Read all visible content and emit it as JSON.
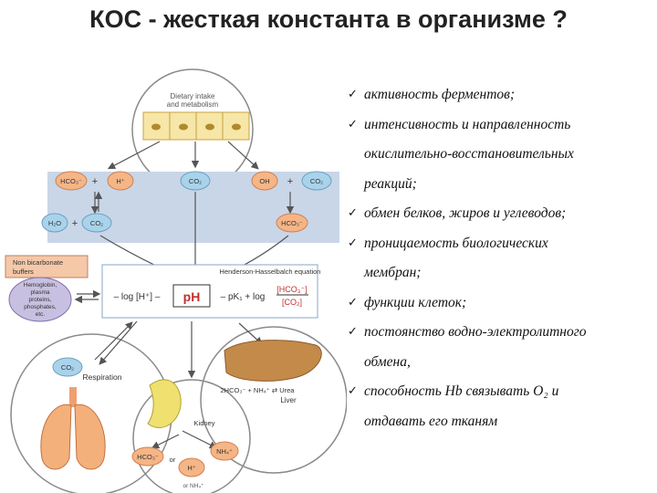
{
  "title": "КОС - жесткая константа в организме ?",
  "diagram": {
    "intake_label_1": "Dietary intake",
    "intake_label_2": "and metabolism",
    "hco3": "HCO₃⁻",
    "h_plus": "H⁺",
    "co2": "CO₂",
    "oh": "OH",
    "h2o": "H₂O",
    "plus": "+",
    "buffers_1": "Non bicarbonate",
    "buffers_2": "buffers",
    "hb_1": "Hemoglobin,",
    "hb_2": "plasma",
    "hb_3": "proteins,",
    "hb_4": "phosphates,",
    "hb_5": "etc.",
    "hh_title": "Henderson-Hasselbalch equation",
    "neg_log_h": "– log [H⁺] –",
    "ph": "pH",
    "pk_log": "– pK₁ + log",
    "frac_num": "[HCO₃⁻]",
    "frac_den": "[CO₂]",
    "respiration": "Respiration",
    "liver": "Liver",
    "liver_eq": "2HCO₃⁻ + NH₄⁺ ⇄ Urea",
    "kidney": "Kidney",
    "nh4": "NH₄⁺",
    "or": "or",
    "nh4_small": "or NH₄⁺"
  },
  "bullets": [
    {
      "check": "✓",
      "text": "активность ферментов;"
    },
    {
      "check": "✓",
      "text": "интенсивность и направленность"
    },
    {
      "check": "",
      "text": "окислительно-восстановительных"
    },
    {
      "check": "",
      "text": "реакций;"
    },
    {
      "check": "✓",
      "text": "обмен белков, жиров и углеводов;"
    },
    {
      "check": "✓",
      "text": "проницаемость биологических"
    },
    {
      "check": "",
      "text": "мембран;"
    },
    {
      "check": "✓",
      "text": "функции клеток;"
    },
    {
      "check": "✓",
      "text": " постоянство водно-электролитного"
    },
    {
      "check": "",
      "text": "обмена,"
    },
    {
      "check": "✓",
      "text": "способность  Hb связывать O₂ и"
    },
    {
      "check": "",
      "text": "отдавать его тканям"
    }
  ],
  "colors": {
    "band": "#c9d6e8",
    "lemon": "#f6e6a8",
    "pill_orange": "#f5b586",
    "pill_blue": "#a9d3ea",
    "buffer_box": "#f4c8a8",
    "hb_box": "#c8c0e0",
    "ph_text": "#c0302c",
    "liver": "#c48a4a",
    "kidney": "#f0e070"
  }
}
